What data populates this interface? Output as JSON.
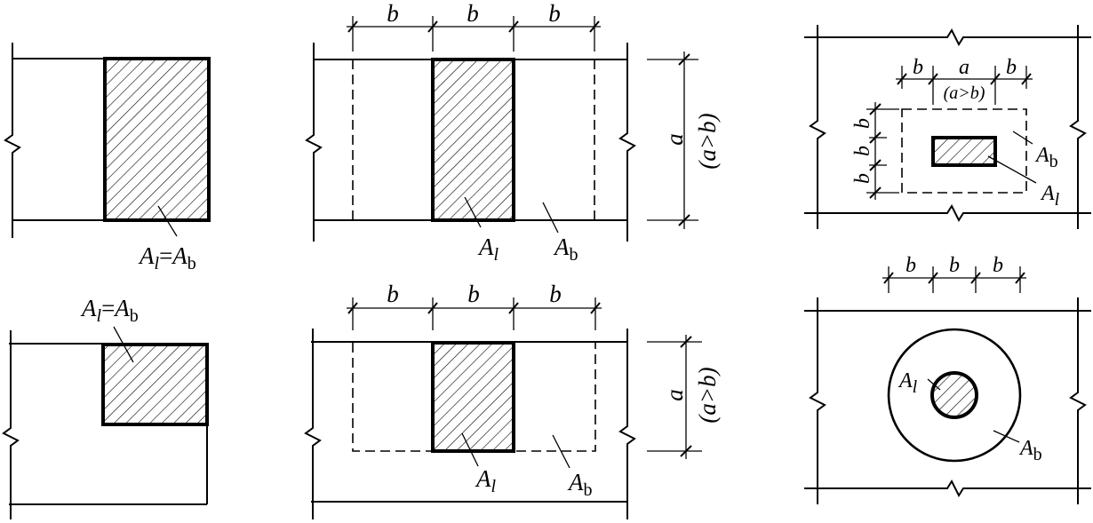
{
  "colors": {
    "ink": "#000000",
    "paper": "#ffffff"
  },
  "figure": {
    "strip_end": {
      "equality_label": {
        "symbol_left": "A",
        "subscript_left": "l",
        "relation": "=",
        "symbol_right": "A",
        "subscript_right": "b"
      }
    },
    "corner": {
      "equality_label": {
        "symbol_left": "A",
        "subscript_left": "l",
        "relation": "=",
        "symbol_right": "A",
        "subscript_right": "b"
      }
    },
    "wall_through": {
      "top_dimensions": [
        "b",
        "b",
        "b"
      ],
      "side_dimension": "a",
      "side_condition": "(a>b)",
      "local_area_label": {
        "symbol": "A",
        "subscript": "l"
      },
      "bearing_area_label": {
        "symbol": "A",
        "subscript": "b"
      }
    },
    "wall_edge": {
      "top_dimensions": [
        "b",
        "b",
        "b"
      ],
      "side_dimension": "a",
      "side_condition": "(a>b)",
      "local_area_label": {
        "symbol": "A",
        "subscript": "l"
      },
      "bearing_area_label": {
        "symbol": "A",
        "subscript": "b"
      }
    },
    "slab_rectangle": {
      "top_dimensions": [
        "b",
        "a",
        "b"
      ],
      "top_condition": "(a>b)",
      "side_dimensions": [
        "b",
        "b",
        "b"
      ],
      "bearing_area_label": {
        "symbol": "A",
        "subscript": "b"
      },
      "local_area_label": {
        "symbol": "A",
        "subscript": "l"
      }
    },
    "slab_circle": {
      "top_dimensions": [
        "b",
        "b",
        "b"
      ],
      "local_area_label": {
        "symbol": "A",
        "subscript": "l"
      },
      "bearing_area_label": {
        "symbol": "A",
        "subscript": "b"
      }
    }
  }
}
